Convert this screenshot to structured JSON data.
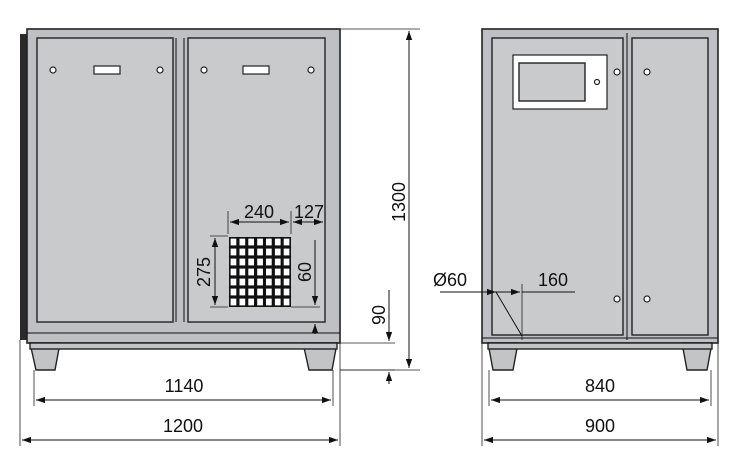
{
  "figure": {
    "front_view": {
      "dims": {
        "height_total": "1300",
        "width_inner": "1140",
        "width_total": "1200",
        "grille_width": "240",
        "grille_offset": "127",
        "grille_height": "275",
        "grille_bottom": "60",
        "base_height": "90"
      }
    },
    "side_view": {
      "dims": {
        "pipe_diameter": "Ø60",
        "pipe_offset": "160",
        "width_inner": "840",
        "width_total": "900"
      }
    }
  },
  "colors": {
    "panel": "#c9cacc",
    "line": "#111111"
  }
}
